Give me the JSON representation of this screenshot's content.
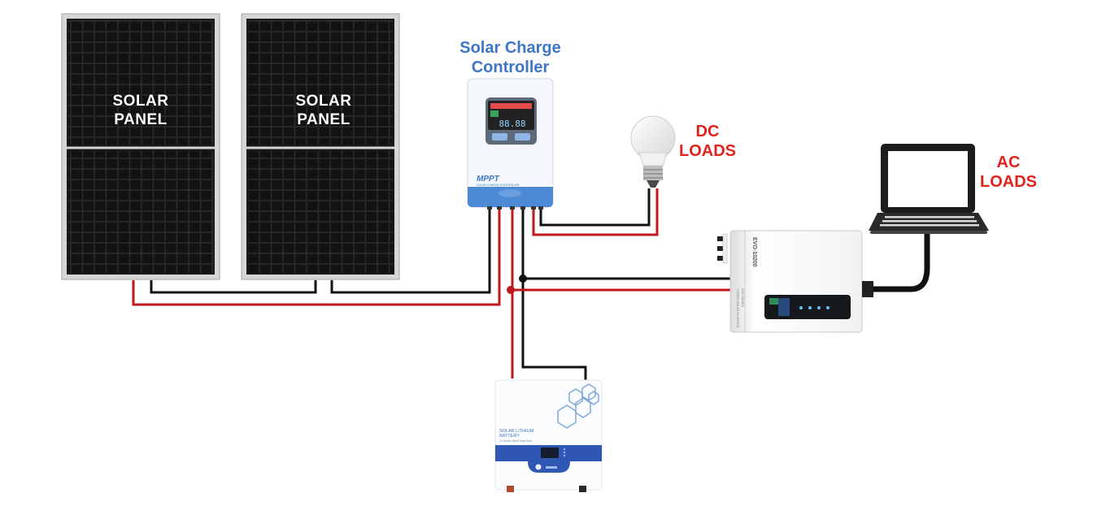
{
  "panels": [
    {
      "label_line1": "SOLAR",
      "label_line2": "PANEL"
    },
    {
      "label_line1": "SOLAR",
      "label_line2": "PANEL"
    }
  ],
  "controller": {
    "title_line1": "Solar Charge",
    "title_line2": "Controller",
    "display_digits": "88.88",
    "brand": "MPPT",
    "subtitle": "SOLAR CHARGE CONTROLLER"
  },
  "dc_loads": {
    "line1": "DC",
    "line2": "LOADS"
  },
  "ac_loads": {
    "line1": "AC",
    "line2": "LOADS"
  },
  "inverter": {
    "model": "EVO-10200",
    "series": "EVO SERIES",
    "subtitle": "HYBRID SOLAR INVERTER"
  },
  "battery": {
    "line1": "SOLAR LITHIUM",
    "line2": "BATTERY",
    "line3": "10 Series Wall Power Box"
  },
  "colors": {
    "positive_wire": "#c0171c",
    "negative_wire": "#111111",
    "label_red": "#e0241c",
    "label_blue": "#3d76c4",
    "controller_blue": "#4d8ad6"
  }
}
